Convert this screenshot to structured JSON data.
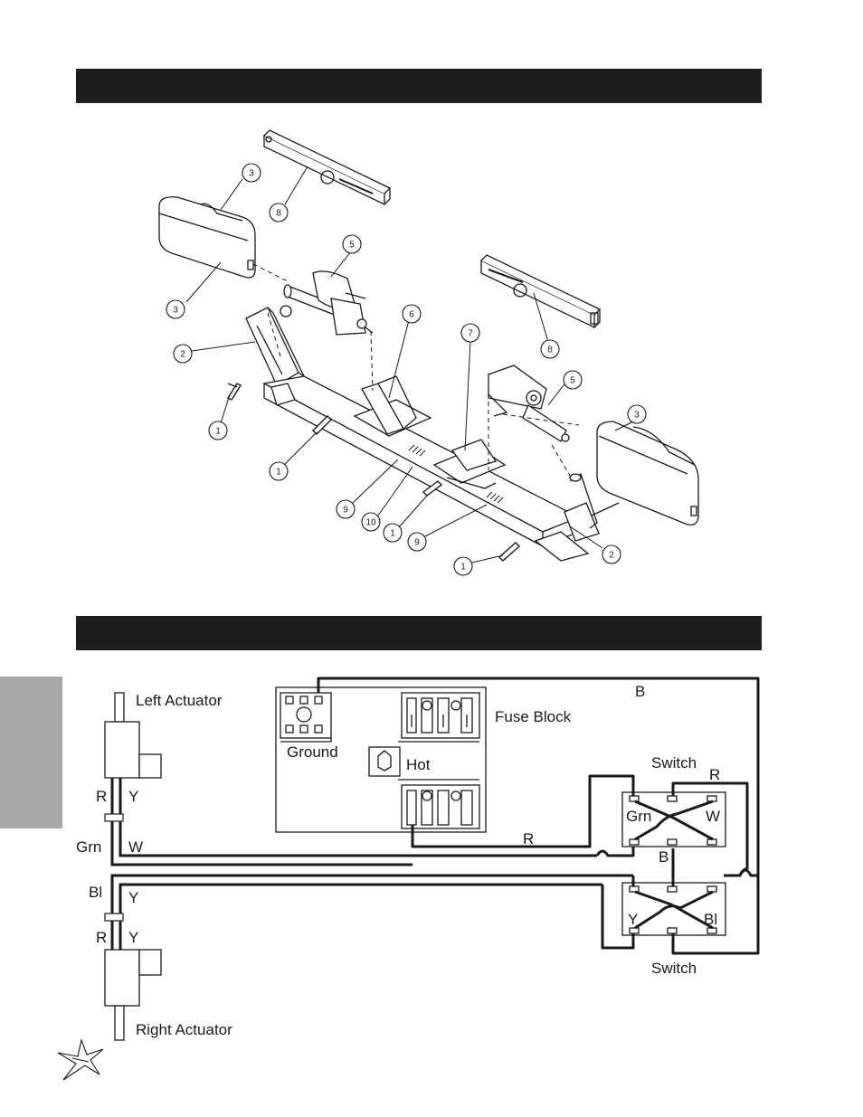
{
  "exploded_view": {
    "callouts": [
      "1",
      "1",
      "1",
      "1",
      "2",
      "2",
      "3",
      "3",
      "3",
      "5",
      "5",
      "6",
      "7",
      "8",
      "8",
      "9",
      "9",
      "10"
    ]
  },
  "wiring": {
    "left_actuator": "Left Actuator",
    "right_actuator": "Right Actuator",
    "fuse_block": "Fuse Block",
    "ground": "Ground",
    "hot": "Hot",
    "switch_top": "Switch",
    "switch_bottom": "Switch",
    "wires": {
      "r_left_top": "R",
      "y_left_top": "Y",
      "grn_left": "Grn",
      "w_left": "W",
      "bl_left": "Bl",
      "y_left_mid": "Y",
      "r_left_bottom": "R",
      "y_left_bottom": "Y",
      "b_top": "B",
      "r_switch": "R",
      "r_fuse": "R",
      "b_mid": "B",
      "grn_switch": "Grn",
      "w_switch": "W",
      "y_switch": "Y",
      "bl_switch": "Bl"
    }
  },
  "colors": {
    "bar": "#1e1e1e",
    "side_tab": "#a7a8aa",
    "ink": "#1a1a1a"
  }
}
